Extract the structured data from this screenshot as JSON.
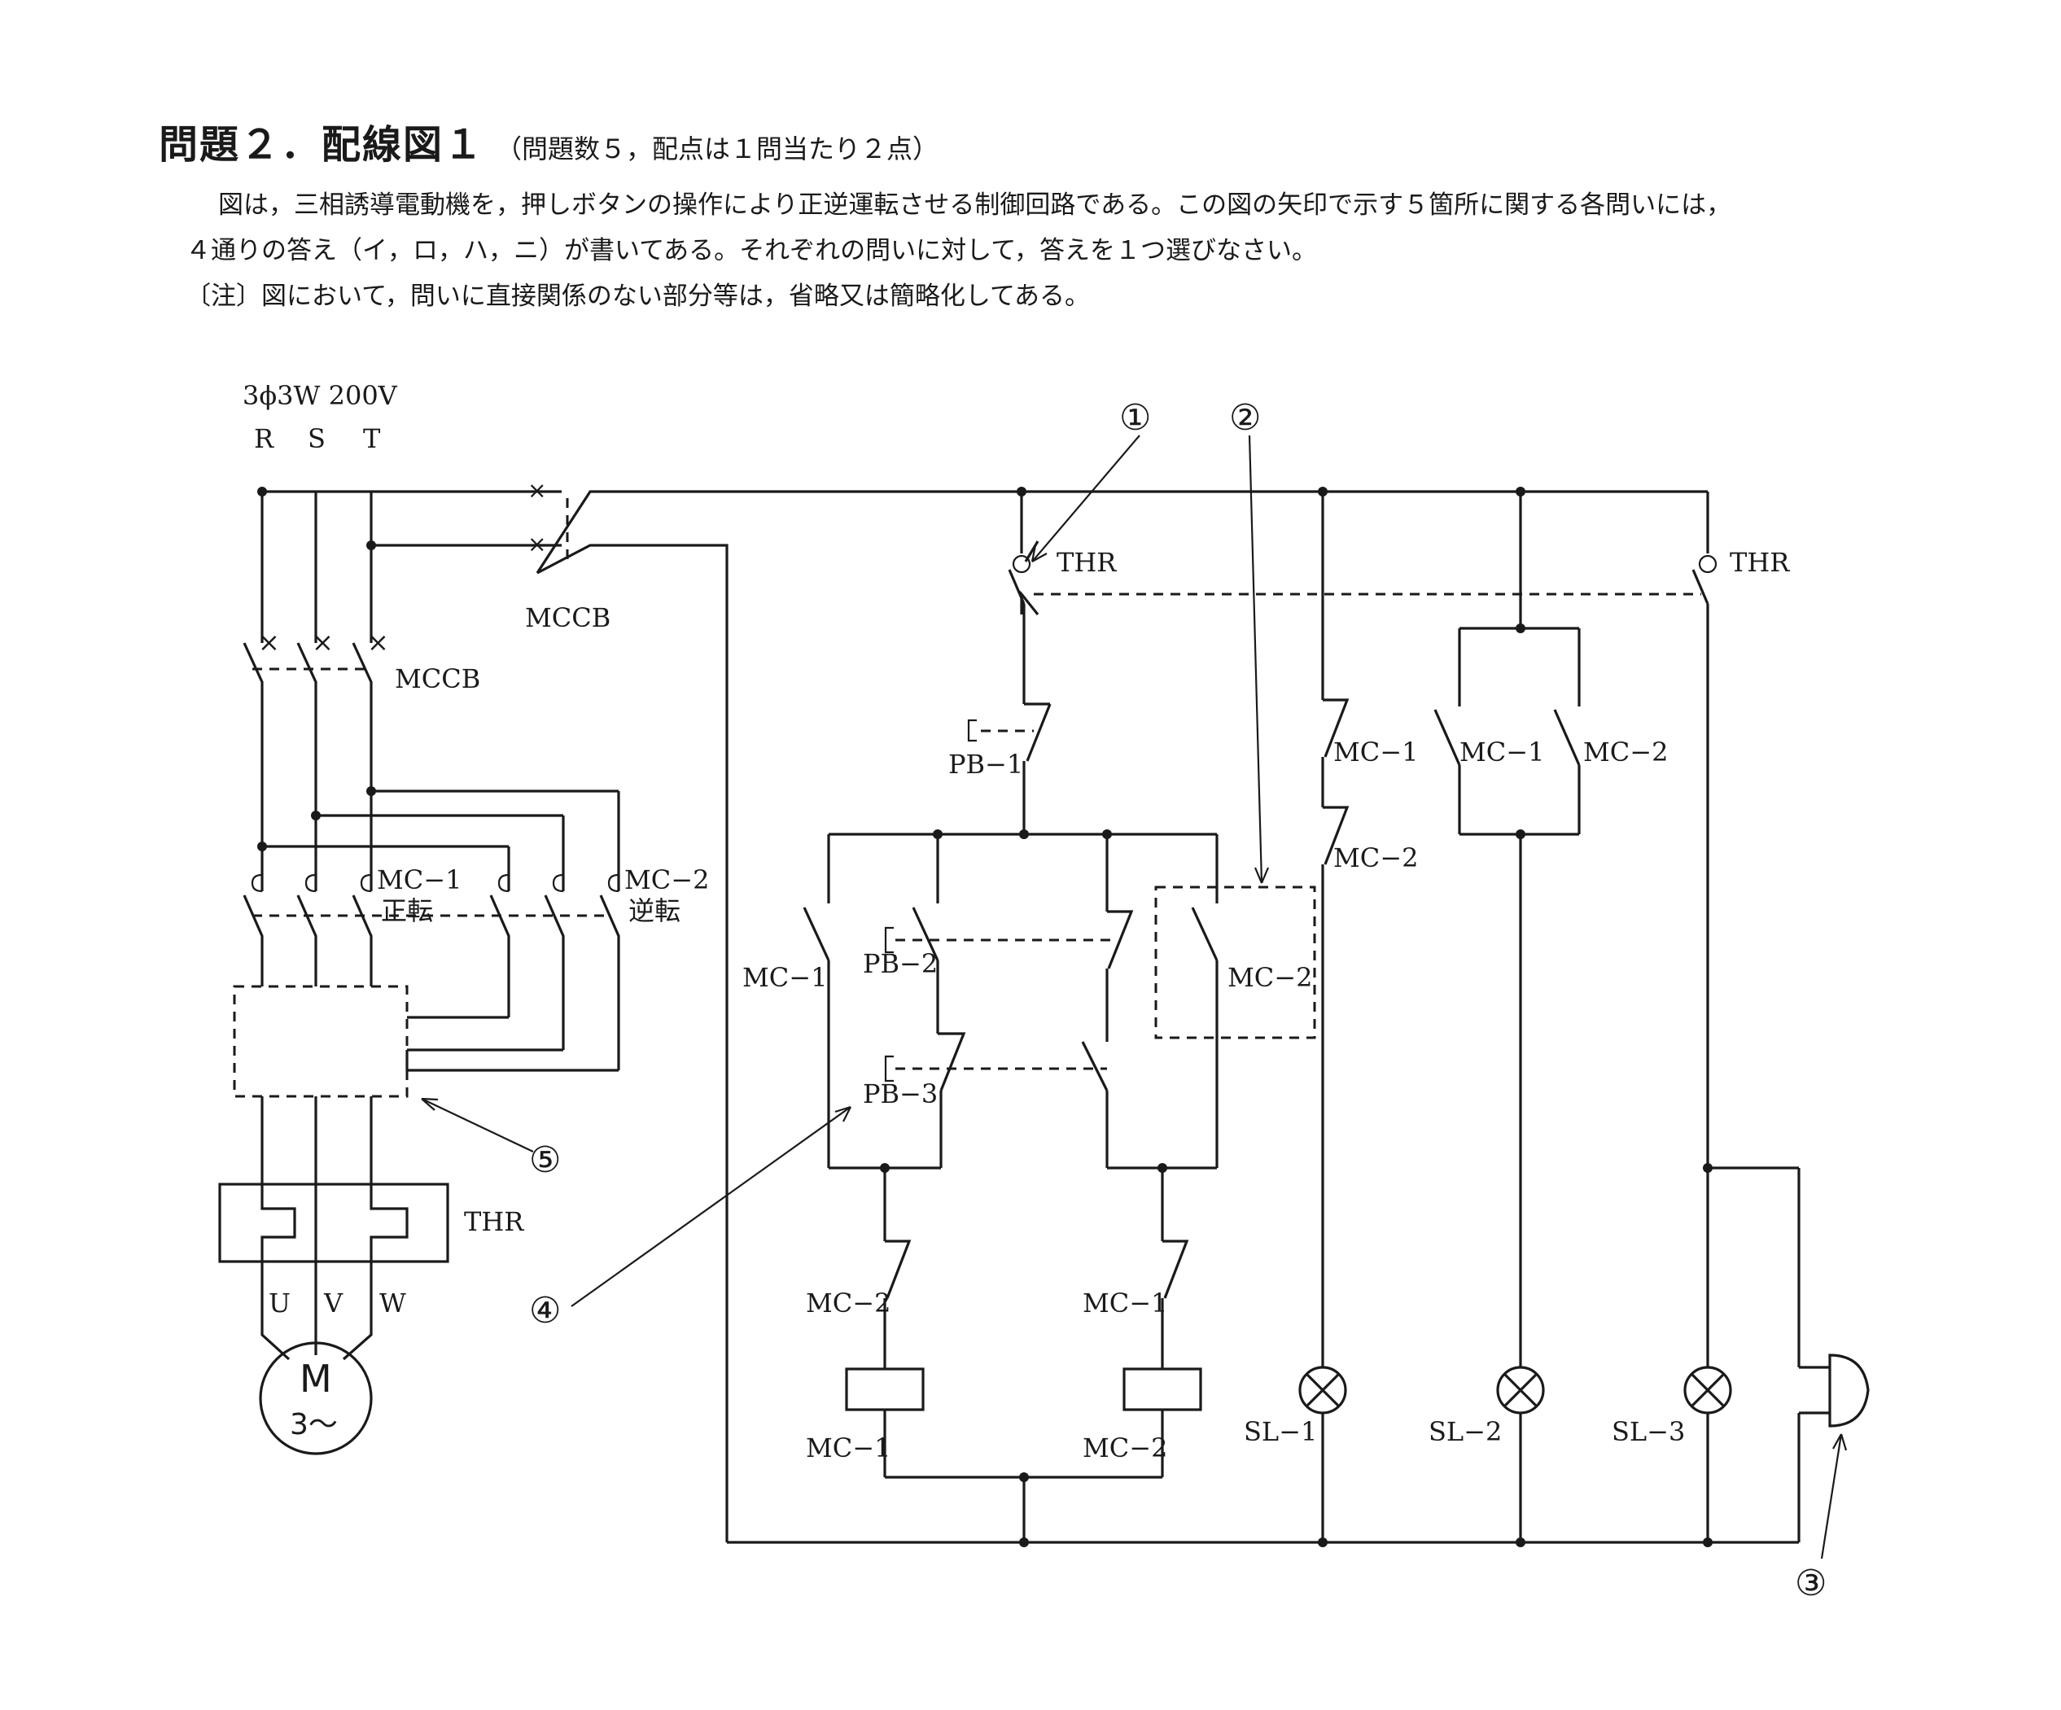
{
  "header": {
    "title": "問題２．配線図１",
    "subtitle": "（問題数５，配点は１問当たり２点）"
  },
  "intro": {
    "line1": "図は，三相誘導電動機を，押しボタンの操作により正逆運転させる制御回路である。この図の矢印で示す５箇所に関する各問いには，",
    "line2": "４通りの答え（イ，ロ，ハ，ニ）が書いてある。それぞれの問いに対して，答えを１つ選びなさい。",
    "note": "〔注〕図において，問いに直接関係のない部分等は，省略又は簡略化してある。"
  },
  "diagram": {
    "supply": "3ϕ3W 200V",
    "phase_r": "R",
    "phase_s": "S",
    "phase_t": "T",
    "mccb_control": "MCCB",
    "mccb_main": "MCCB",
    "mc1_main": "MC−1",
    "mc1_main_sub": "正転",
    "mc2_main": "MC−2",
    "mc2_main_sub": "逆転",
    "thr_main": "THR",
    "terminal_u": "U",
    "terminal_v": "V",
    "terminal_w": "W",
    "motor_m": "M",
    "motor_phase": "3〜",
    "thr_contact_1": "THR",
    "thr_contact_2": "THR",
    "pb1": "PB−1",
    "pb2": "PB−2",
    "pb3": "PB−3",
    "mc1_self_hold": "MC−1",
    "mc2_self_hold": "MC−2",
    "mc2_interlock": "MC−2",
    "mc1_interlock": "MC−1",
    "coil_mc1": "MC−1",
    "coil_mc2": "MC−2",
    "lamp1_mc1": "MC−1",
    "lamp1_mc2": "MC−2",
    "lamp2_mc1": "MC−1",
    "lamp2_mc2": "MC−2",
    "sl1": "SL−1",
    "sl2": "SL−2",
    "sl3": "SL−3",
    "marker_1": "①",
    "marker_2": "②",
    "marker_3": "③",
    "marker_4": "④",
    "marker_5": "⑤"
  }
}
